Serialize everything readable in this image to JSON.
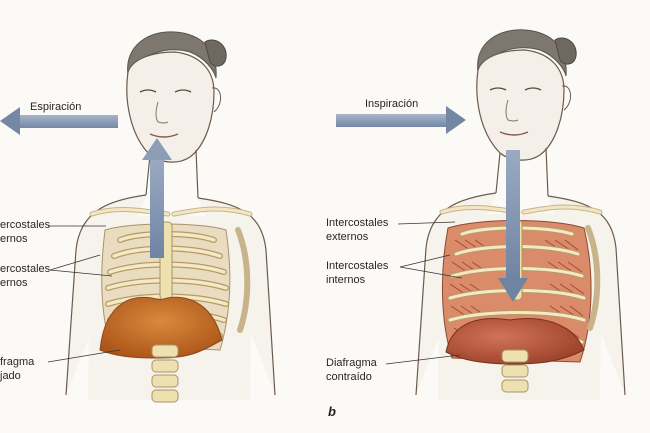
{
  "left_panel": {
    "arrow_label": "Espiración",
    "labels": {
      "external": [
        "ercostales",
        "ernos"
      ],
      "internal": [
        "ercostales",
        "ernos"
      ],
      "diaphragm": [
        "fragma",
        "jado"
      ]
    }
  },
  "right_panel": {
    "arrow_label": "Inspiración",
    "letter": "b",
    "labels": {
      "external": [
        "Intercostales",
        "externos"
      ],
      "internal": [
        "Intercostales",
        "internos"
      ],
      "diaphragm": [
        "Diafragma",
        "contraído"
      ]
    }
  },
  "colors": {
    "arrow": "#7f93b0",
    "skin_outline": "#6b5a4e",
    "bone": "#efe0b0",
    "muscle": "#c0603a",
    "diaphragm_relaxed": "#c76a24"
  }
}
